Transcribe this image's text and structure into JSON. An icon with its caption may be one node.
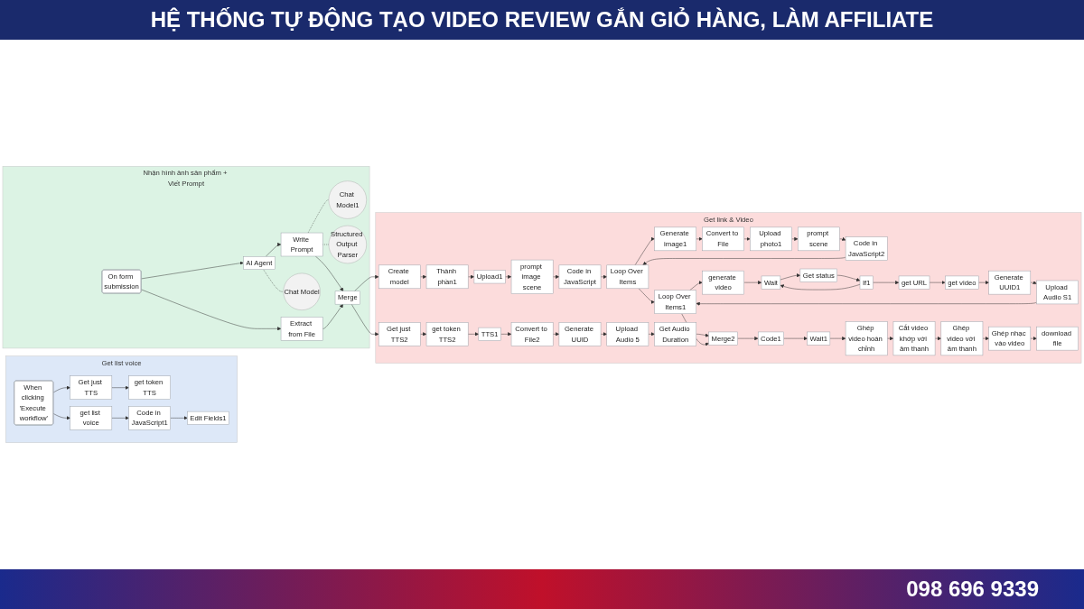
{
  "diagram": {
    "title": "HỆ THỐNG TỰ ĐỘNG TẠO VIDEO REVIEW GẮN GIỎ HÀNG, LÀM AFFILIATE",
    "nodes": [
      {
        "text": [
          "Get list voice"
        ]
      },
      {
        "text": [
          "When clicking 'Execute workflow'"
        ],
        "in": 0
      },
      {
        "text": [
          "Get just TTS"
        ],
        "in": 0
      },
      {
        "text": [
          "get token TTS"
        ],
        "in": 0
      },
      {
        "text": [
          "get list voice"
        ],
        "in": 0
      },
      {
        "text": [
          "Code in JavaScript1"
        ],
        "in": 0
      },
      {
        "text": [
          "Edit Fields1"
        ],
        "in": 0
      },
      {
        "text": [
          "Nhận hình ảnh sản phẩm + Viết Prompt"
        ]
      },
      {
        "text": [
          "On form submission"
        ],
        "in": 7
      },
      {
        "text": [
          "AI Agent"
        ],
        "in": 7
      },
      {
        "text": [
          "Write Prompt"
        ],
        "in": 7
      },
      {
        "text": [
          "Chat Model"
        ],
        "in": 7
      },
      {
        "text": [
          "Chat Model1"
        ],
        "in": 7
      },
      {
        "text": [
          "Structured Output Parser"
        ],
        "in": 7
      },
      {
        "text": [
          "Extract from File"
        ],
        "in": 7
      },
      {
        "text": [
          "Merge"
        ],
        "in": 7
      },
      {
        "text": [
          "Get link & Video"
        ]
      },
      {
        "text": [
          "Get just TTS2"
        ],
        "in": 16
      },
      {
        "text": [
          "get token TTS2"
        ],
        "in": 16
      },
      {
        "text": [
          "TTS1"
        ],
        "in": 16
      },
      {
        "text": [
          "Convert to File2"
        ],
        "in": 16
      },
      {
        "text": [
          "Generate UUID"
        ],
        "in": 16
      },
      {
        "text": [
          "Upload Audio 5"
        ],
        "in": 16
      },
      {
        "text": [
          "Get Audio Duration"
        ],
        "in": 16
      },
      {
        "text": [
          "Create model"
        ],
        "in": 16
      },
      {
        "text": [
          "Thành phần1"
        ],
        "in": 16
      },
      {
        "text": [
          "Upload1"
        ],
        "in": 16
      },
      {
        "text": [
          "prompt image scene"
        ],
        "in": 16
      },
      {
        "text": [
          "Code in JavaScript"
        ],
        "in": 16
      },
      {
        "text": [
          "Loop Over Items"
        ],
        "in": 16
      },
      {
        "text": [
          "Generate image1"
        ],
        "in": 16
      },
      {
        "text": [
          "Convert to File"
        ],
        "in": 16
      },
      {
        "text": [
          "Upload photo1"
        ],
        "in": 16
      },
      {
        "text": [
          "prompt scene"
        ],
        "in": 16
      },
      {
        "text": [
          "Code in JavaScript2"
        ],
        "in": 16
      },
      {
        "text": [
          "Loop Over Items1"
        ],
        "in": 16
      },
      {
        "text": [
          "generate video"
        ],
        "in": 16
      },
      {
        "text": [
          "Wait"
        ],
        "in": 16
      },
      {
        "text": [
          "Get status"
        ],
        "in": 16
      },
      {
        "text": [
          "If1"
        ],
        "in": 16
      },
      {
        "text": [
          "get URL"
        ],
        "in": 16
      },
      {
        "text": [
          "get video"
        ],
        "in": 16
      },
      {
        "text": [
          "Generate UUID1"
        ],
        "in": 16
      },
      {
        "text": [
          "Upload Audio S1"
        ],
        "in": 16
      },
      {
        "text": [
          "Merge2"
        ],
        "in": 16
      },
      {
        "text": [
          "Code1"
        ],
        "in": 16
      },
      {
        "text": [
          "Wait1"
        ],
        "in": 16
      },
      {
        "text": [
          "Ghép video hoàn chỉnh"
        ],
        "in": 16
      },
      {
        "text": [
          "Cắt video khớp với âm thanh"
        ],
        "in": 16
      },
      {
        "text": [
          "Ghép video với âm thanh"
        ],
        "in": 16
      },
      {
        "text": [
          "Ghép nhạc vào video"
        ],
        "in": 16
      },
      {
        "text": [
          "download file"
        ],
        "in": 16
      }
    ],
    "edges": [
      {
        "from": 1,
        "to": 2,
        "arrow": "to"
      },
      {
        "from": 2,
        "to": 3,
        "arrow": "to"
      },
      {
        "from": 1,
        "to": 4,
        "arrow": "to"
      },
      {
        "from": 4,
        "to": 5,
        "arrow": "to"
      },
      {
        "from": 5,
        "to": 6,
        "arrow": "to"
      },
      {
        "from": 8,
        "to": 9,
        "arrow": "to"
      },
      {
        "from": 9,
        "to": 10,
        "arrow": "to"
      },
      {
        "from": 10,
        "to": 15,
        "arrow": "to"
      },
      {
        "from": 8,
        "to": 14,
        "arrow": "to"
      },
      {
        "from": 14,
        "to": 15,
        "arrow": "to"
      },
      {
        "from": 9,
        "to": 11,
        "arrow": "none",
        "style": "dashed"
      },
      {
        "from": 10,
        "to": 12,
        "arrow": "none",
        "style": "dashed"
      },
      {
        "from": 10,
        "to": 13,
        "arrow": "none",
        "style": "dashed"
      },
      {
        "from": 15,
        "to": 17,
        "arrow": "to"
      },
      {
        "from": 15,
        "to": 24,
        "arrow": "to"
      },
      {
        "from": 17,
        "to": 18,
        "arrow": "to"
      },
      {
        "from": 18,
        "to": 19,
        "arrow": "to"
      },
      {
        "from": 19,
        "to": 20,
        "arrow": "to"
      },
      {
        "from": 20,
        "to": 21,
        "arrow": "to"
      },
      {
        "from": 21,
        "to": 22,
        "arrow": "to"
      },
      {
        "from": 22,
        "to": 23,
        "arrow": "to"
      },
      {
        "from": 23,
        "to": 44,
        "arrow": "to"
      },
      {
        "from": 24,
        "to": 25,
        "arrow": "to"
      },
      {
        "from": 25,
        "to": 26,
        "arrow": "to"
      },
      {
        "from": 26,
        "to": 27,
        "arrow": "to"
      },
      {
        "from": 27,
        "to": 28,
        "arrow": "to"
      },
      {
        "from": 28,
        "to": 29,
        "arrow": "to"
      },
      {
        "from": 29,
        "to": 30,
        "arrow": "to"
      },
      {
        "from": 30,
        "to": 31,
        "arrow": "to"
      },
      {
        "from": 31,
        "to": 32,
        "arrow": "to"
      },
      {
        "from": 32,
        "to": 33,
        "arrow": "to"
      },
      {
        "from": 33,
        "to": 34,
        "arrow": "to"
      },
      {
        "from": 34,
        "to": 29,
        "arrow": "to"
      },
      {
        "from": 29,
        "to": 35,
        "arrow": "to"
      },
      {
        "from": 35,
        "to": 36,
        "arrow": "to"
      },
      {
        "from": 36,
        "to": 37,
        "arrow": "to"
      },
      {
        "from": 37,
        "to": 38,
        "arrow": "to"
      },
      {
        "from": 38,
        "to": 39,
        "arrow": "to"
      },
      {
        "from": 39,
        "to": 40,
        "arrow": "to"
      },
      {
        "from": 39,
        "to": 37,
        "arrow": "to"
      },
      {
        "from": 40,
        "to": 41,
        "arrow": "to"
      },
      {
        "from": 41,
        "to": 42,
        "arrow": "to"
      },
      {
        "from": 42,
        "to": 43,
        "arrow": "to"
      },
      {
        "from": 43,
        "to": 35,
        "arrow": "to"
      },
      {
        "from": 35,
        "to": 44,
        "arrow": "to"
      },
      {
        "from": 44,
        "to": 45,
        "arrow": "to"
      },
      {
        "from": 45,
        "to": 46,
        "arrow": "to"
      },
      {
        "from": 46,
        "to": 47,
        "arrow": "to"
      },
      {
        "from": 47,
        "to": 48,
        "arrow": "to"
      },
      {
        "from": 48,
        "to": 49,
        "arrow": "to"
      },
      {
        "from": 49,
        "to": 50,
        "arrow": "to"
      },
      {
        "from": 50,
        "to": 51,
        "arrow": "to"
      }
    ],
    "labels": [
      "098 696 9339"
    ]
  }
}
